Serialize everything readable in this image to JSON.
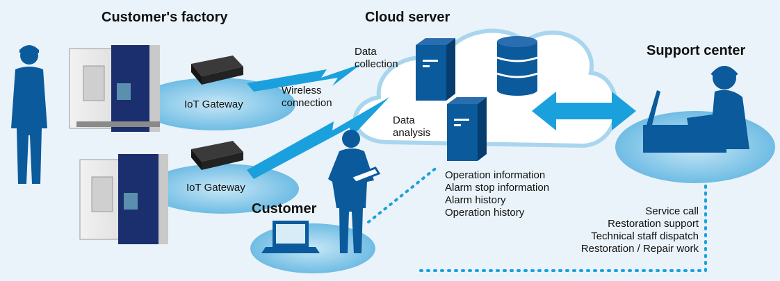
{
  "sections": {
    "factory": "Customer's factory",
    "cloud": "Cloud server",
    "support": "Support center",
    "customer": "Customer"
  },
  "gateways": [
    "IoT Gateway",
    "IoT Gateway"
  ],
  "wireless": [
    "Wireless",
    "connection"
  ],
  "collection": [
    "Data",
    "collection"
  ],
  "analysis": [
    "Data",
    "analysis"
  ],
  "info_list": [
    "Operation information",
    "Alarm stop information",
    "Alarm history",
    "Operation history"
  ],
  "support_list": [
    "Service call",
    "Restoration support",
    "Technical staff dispatch",
    "Restoration / Repair work"
  ],
  "colors": {
    "primary": "#0a5a9c",
    "ellipse": "#8ccbea",
    "cloud_stroke": "#a9d6ee",
    "arrow": "#1aa0dd",
    "dots": "#1aa0dd"
  },
  "icons": [
    "person-icon",
    "machine-icon",
    "gateway-icon",
    "server-icon",
    "database-icon",
    "laptop-icon",
    "operator-icon",
    "worker-icon"
  ]
}
